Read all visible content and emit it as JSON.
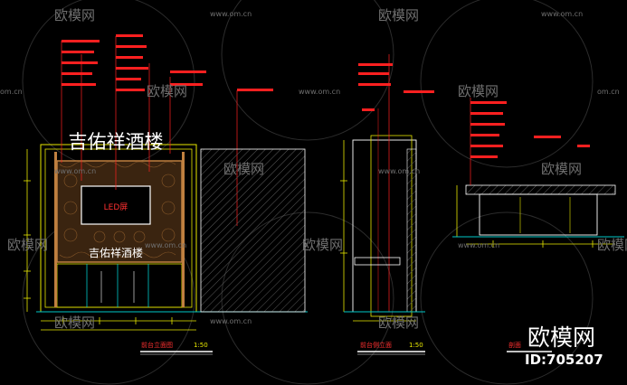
{
  "watermark": {
    "brand": "欧模网",
    "site": "www.om.cn",
    "site_short": "om.cn"
  },
  "corner_brand": "欧模网",
  "corner_id": "ID:705207",
  "sign_text": "吉佑祥酒楼",
  "sign_text_small": "吉佑祥酒楼",
  "screen_label": "LED屏",
  "titles": {
    "front": "前台立面图",
    "front_scale": "1:50",
    "side": "前台侧立面",
    "side_scale": "1:50",
    "section": "剖面"
  },
  "colors": {
    "background": "#000000",
    "line_yellow": "#e8e800",
    "line_white": "#ffffff",
    "line_red": "#ff2020",
    "line_cyan": "#00c8c8",
    "frame_orange": "#c08040",
    "watermark": "#6f6f6f"
  }
}
